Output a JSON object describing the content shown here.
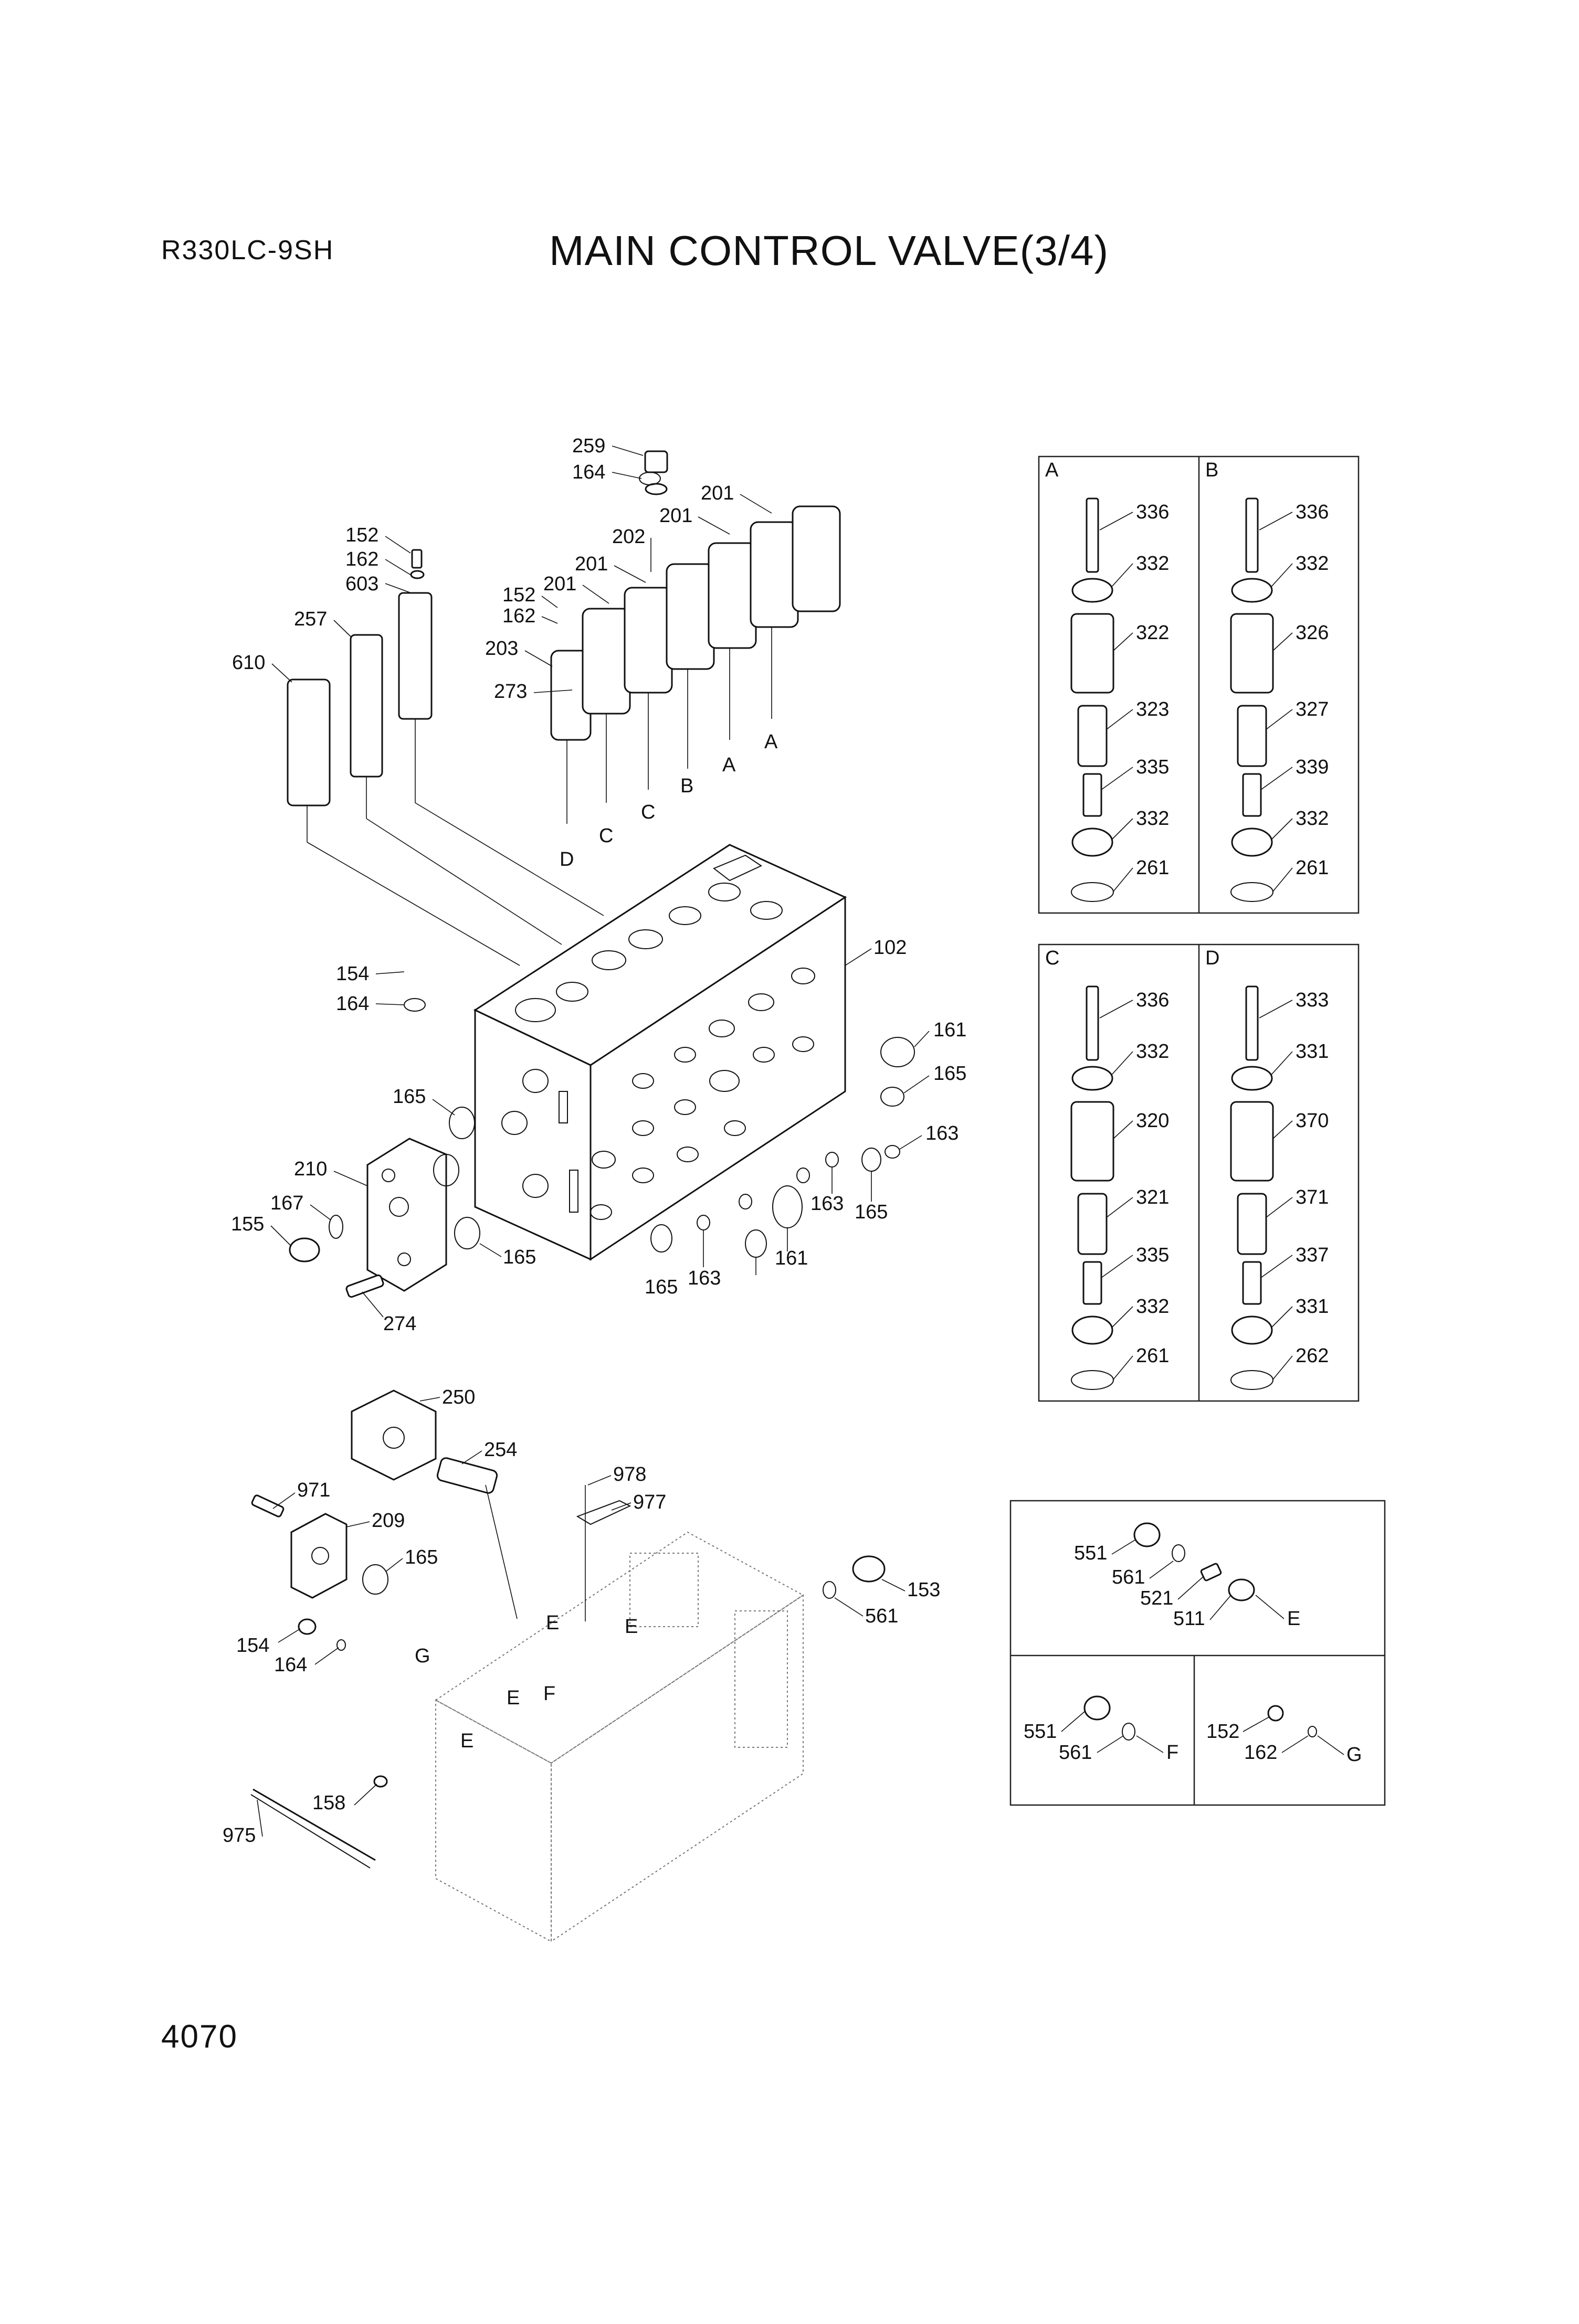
{
  "header": {
    "model": "R330LC-9SH",
    "title": "MAIN CONTROL VALVE(3/4)"
  },
  "footer": {
    "page_number": "4070"
  },
  "main_labels": [
    "259",
    "164",
    "201",
    "201",
    "202",
    "201",
    "201",
    "152",
    "162",
    "203",
    "273",
    "152",
    "162",
    "603",
    "257",
    "610",
    "A",
    "A",
    "B",
    "C",
    "C",
    "D",
    "102",
    "154",
    "164",
    "161",
    "165",
    "165",
    "163",
    "210",
    "167",
    "155",
    "165",
    "163",
    "165",
    "163",
    "165",
    "161",
    "274"
  ],
  "lower_labels": [
    "250",
    "254",
    "978",
    "977",
    "971",
    "209",
    "165",
    "153",
    "561",
    "E",
    "E",
    "G",
    "E",
    "F",
    "E",
    "154",
    "164",
    "158",
    "975"
  ],
  "inset_spool": {
    "A": {
      "title": "A",
      "parts": [
        "336",
        "332",
        "322",
        "323",
        "335",
        "332",
        "261"
      ]
    },
    "B": {
      "title": "B",
      "parts": [
        "336",
        "332",
        "326",
        "327",
        "339",
        "332",
        "261"
      ]
    },
    "C": {
      "title": "C",
      "parts": [
        "336",
        "332",
        "320",
        "321",
        "335",
        "332",
        "261"
      ]
    },
    "D": {
      "title": "D",
      "parts": [
        "333",
        "331",
        "370",
        "371",
        "337",
        "331",
        "262"
      ]
    }
  },
  "inset_plugs": {
    "E": [
      "551",
      "561",
      "521",
      "511",
      "E"
    ],
    "F": [
      "551",
      "561",
      "F"
    ],
    "G": [
      "152",
      "162",
      "G"
    ]
  }
}
